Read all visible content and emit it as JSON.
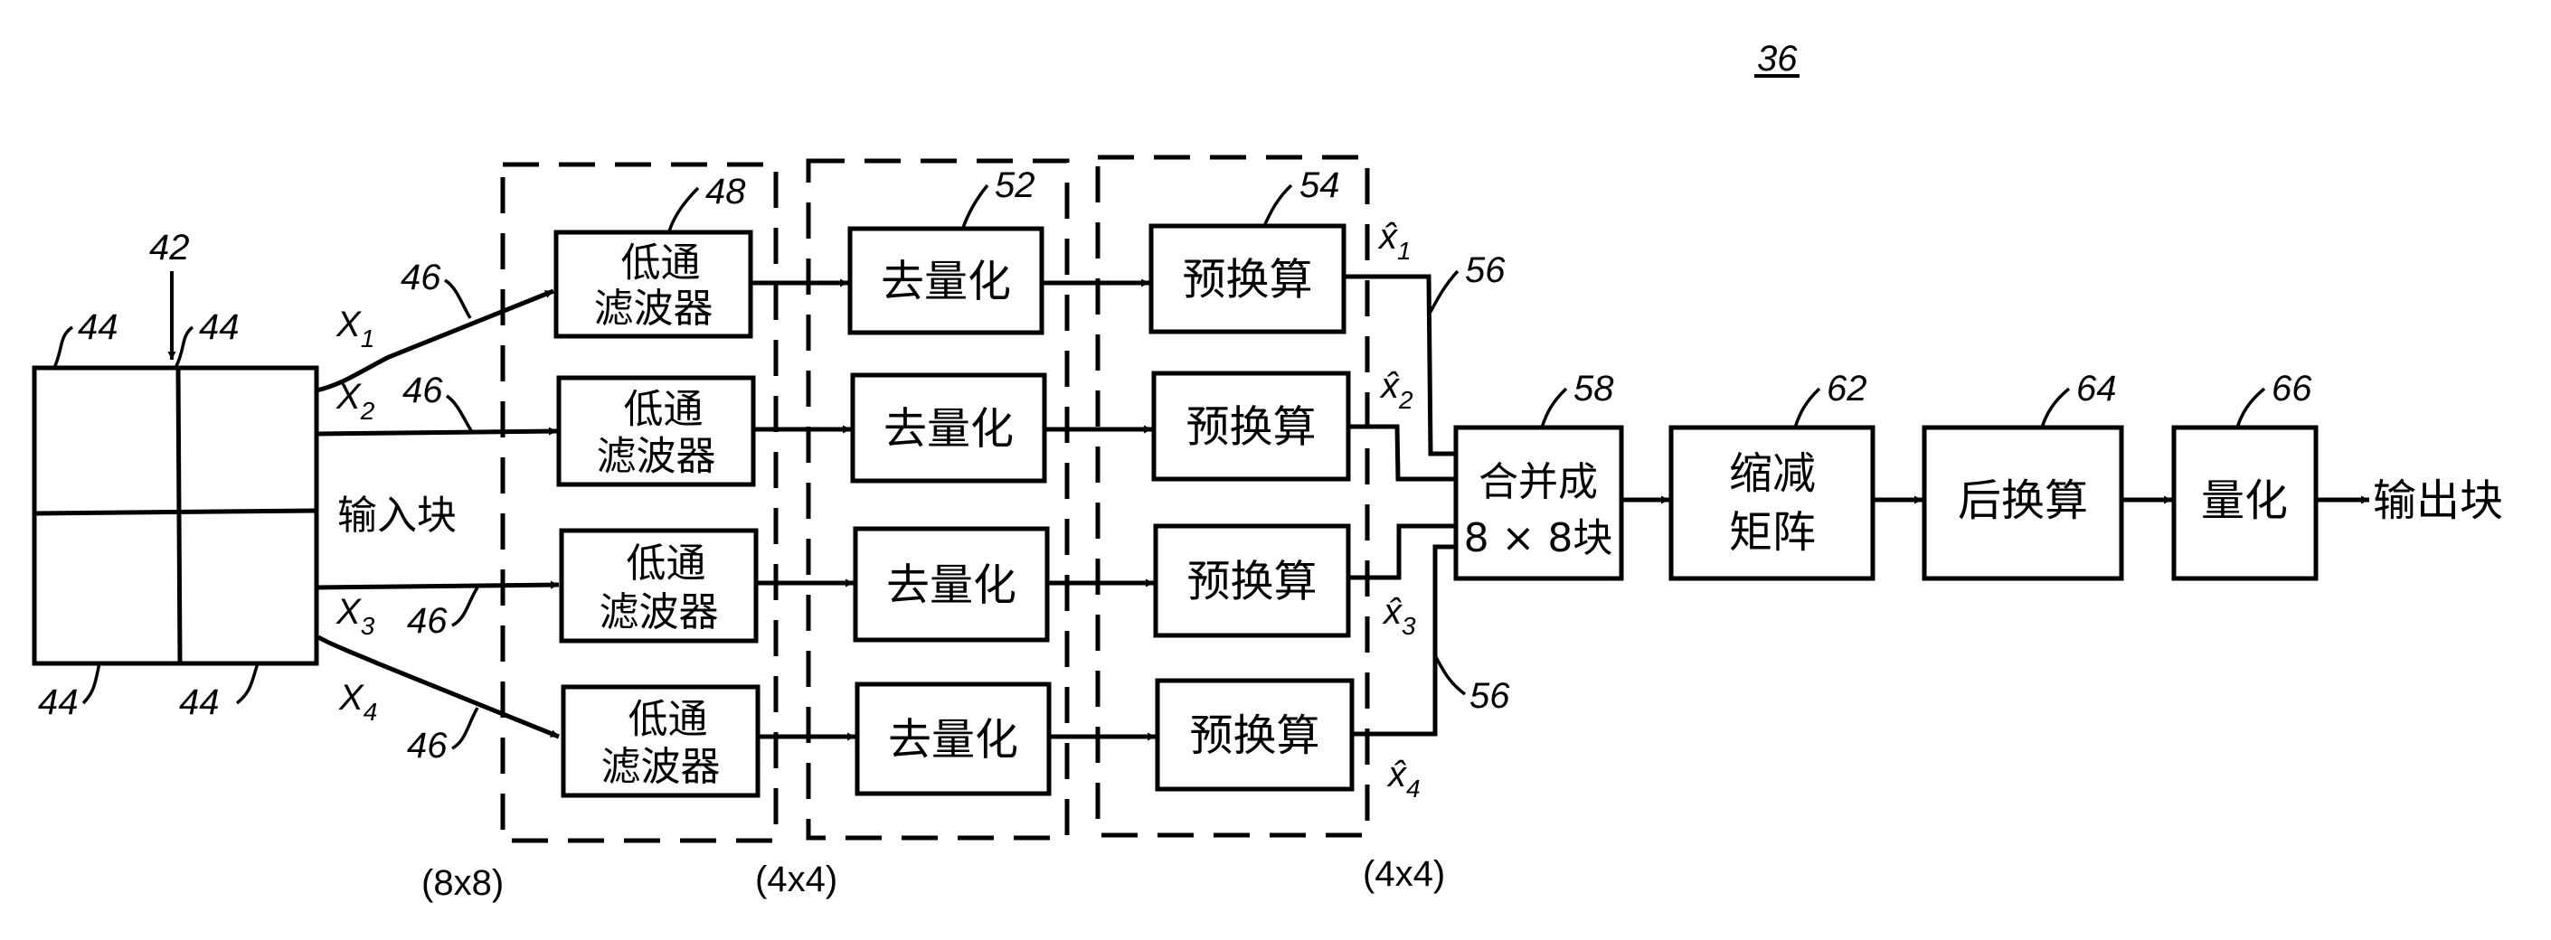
{
  "figure": {
    "figure_number": "36",
    "input_block": {
      "label": "输入块",
      "ref": "42",
      "quadrant_refs": [
        "44",
        "44",
        "44",
        "44"
      ],
      "input_size": "(8x8)"
    },
    "signals_in": [
      {
        "name": "X",
        "sub": "1",
        "ref": "46"
      },
      {
        "name": "X",
        "sub": "2",
        "ref": "46"
      },
      {
        "name": "X",
        "sub": "3",
        "ref": "46"
      },
      {
        "name": "X",
        "sub": "4",
        "ref": "46"
      }
    ],
    "stage_lpf": {
      "ref": "48",
      "line1": "低通",
      "line2": "滤波器",
      "size_after": "(4x4)"
    },
    "stage_dequant": {
      "ref": "52",
      "label": "去量化"
    },
    "stage_pretransform": {
      "ref": "54",
      "label": "预换算",
      "size_after": "(4x4)"
    },
    "signals_out": [
      {
        "name": "x̂",
        "sub": "1"
      },
      {
        "name": "x̂",
        "sub": "2"
      },
      {
        "name": "x̂",
        "sub": "3"
      },
      {
        "name": "x̂",
        "sub": "4"
      }
    ],
    "output_bus_refs": [
      "56",
      "56"
    ],
    "merge": {
      "ref": "58",
      "line1": "合并成",
      "line2": "8 × 8块"
    },
    "reduce": {
      "ref": "62",
      "line1": "缩减",
      "line2": "矩阵"
    },
    "posttransform": {
      "ref": "64",
      "label": "后换算"
    },
    "quantize": {
      "ref": "66",
      "label": "量化"
    },
    "output_label": "输出块"
  }
}
